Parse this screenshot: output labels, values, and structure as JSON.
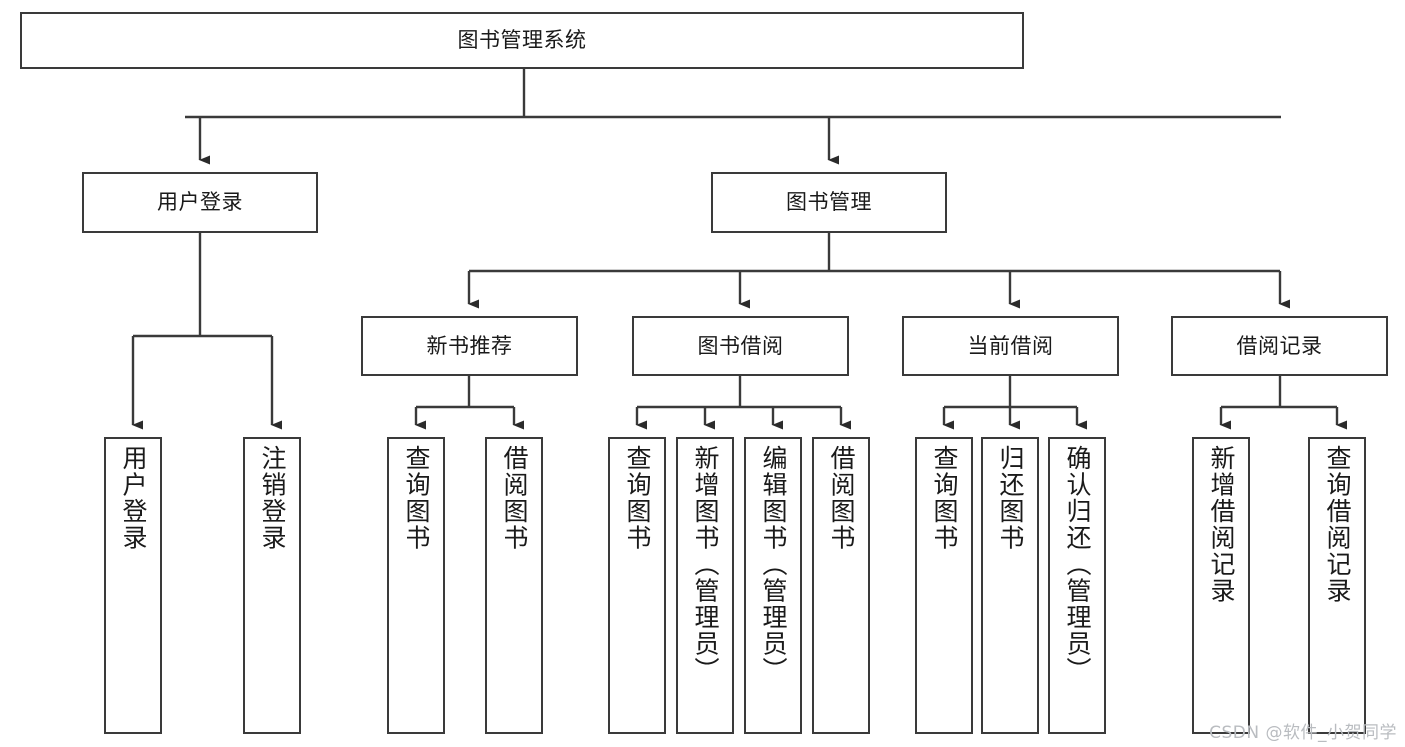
{
  "diagram": {
    "title": "图书管理系统",
    "type": "tree",
    "stroke_color": "#3a3a3a",
    "text_color": "#1a1a1a",
    "background_color": "#ffffff",
    "watermark": "CSDN @软件_小贺同学"
  },
  "nodes": {
    "root": {
      "label": "图书管理系统"
    },
    "level2": [
      {
        "label": "用户登录"
      },
      {
        "label": "图书管理"
      }
    ],
    "level3": [
      {
        "label": "新书推荐"
      },
      {
        "label": "图书借阅"
      },
      {
        "label": "当前借阅"
      },
      {
        "label": "借阅记录"
      }
    ],
    "leaves": {
      "user_login": [
        {
          "label": "用户登录"
        },
        {
          "label": "注销登录"
        }
      ],
      "new_book_recommend": [
        {
          "label": "查询图书"
        },
        {
          "label": "借阅图书"
        }
      ],
      "book_borrow": [
        {
          "label": "查询图书"
        },
        {
          "label": "新增图书（管理员）"
        },
        {
          "label": "编辑图书（管理员）"
        },
        {
          "label": "借阅图书"
        }
      ],
      "current_borrow": [
        {
          "label": "查询图书"
        },
        {
          "label": "归还图书"
        },
        {
          "label": "确认归还（管理员）"
        }
      ],
      "borrow_record": [
        {
          "label": "新增借阅记录"
        },
        {
          "label": "查询借阅记录"
        }
      ]
    }
  }
}
